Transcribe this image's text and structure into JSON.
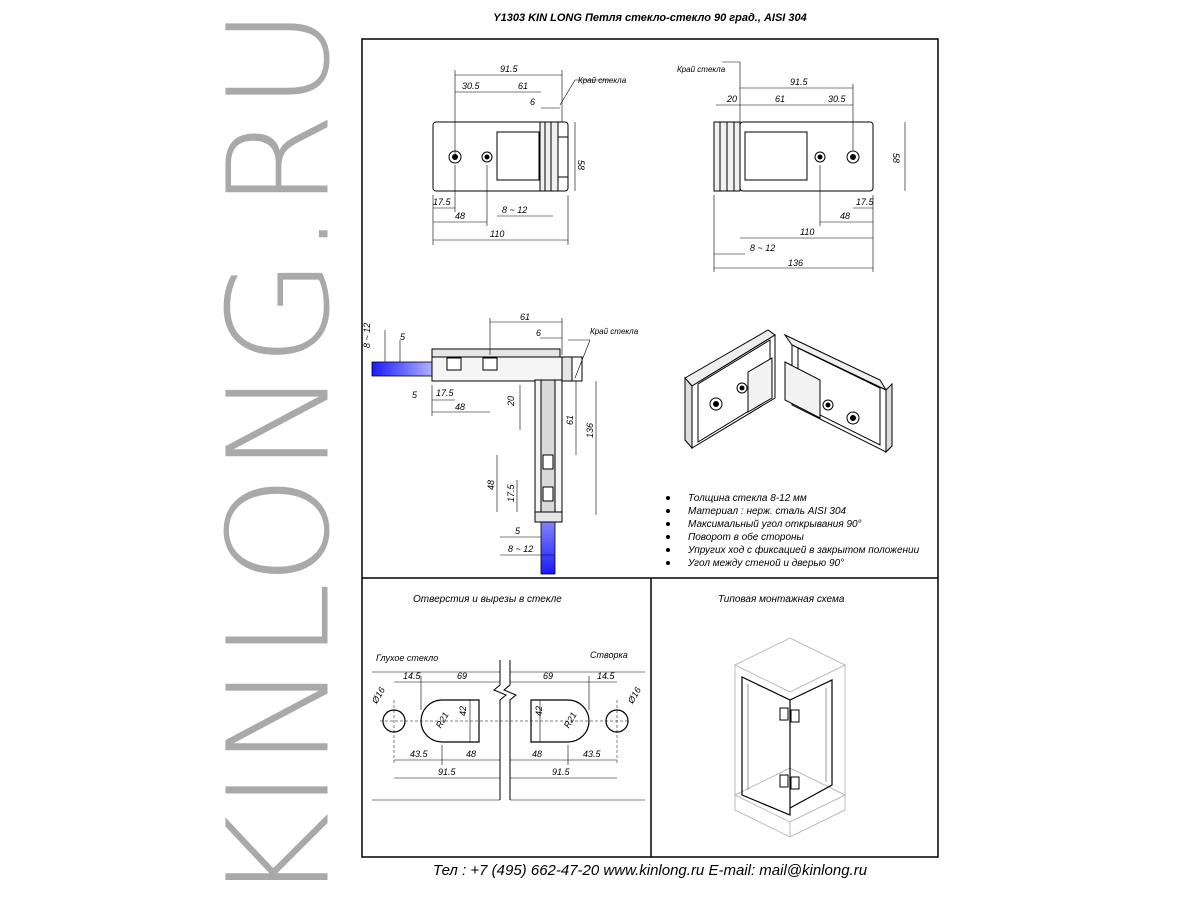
{
  "brand": {
    "watermark": "KINLONG.RU"
  },
  "header": {
    "title": "Y1303 KIN LONG Петля стекло-стекло 90 град., AISI 304"
  },
  "footer": {
    "contacts": "Тел : +7 (495) 662-47-20 www.kinlong.ru E-mail: mail@kinlong.ru"
  },
  "labels": {
    "glass_edge": "Край стекла",
    "glass_edge_2": "Край стекла",
    "glass_edge_3": "Край стекла",
    "fixed_glass": "Глухое стекло",
    "door_leaf": "Створка"
  },
  "view1": {
    "d_91_5": "91.5",
    "d_30_5": "30.5",
    "d_61": "61",
    "d_6": "6",
    "d_58": "58",
    "d_17_5": "17.5",
    "d_8_12": "8 ~ 12",
    "d_48": "48",
    "d_110": "110"
  },
  "view2": {
    "d_91_5": "91.5",
    "d_20": "20",
    "d_61": "61",
    "d_30_5": "30.5",
    "d_58": "58",
    "d_17_5": "17.5",
    "d_48": "48",
    "d_110": "110",
    "d_8_12": "8 ~ 12",
    "d_136": "136"
  },
  "view3": {
    "d_61": "61",
    "d_6": "6",
    "d_8_12": "8 ~ 12",
    "d_5a": "5",
    "d_5b": "5",
    "d_17_5": "17.5",
    "d_48": "48",
    "d_20": "20",
    "d_61v": "61",
    "d_136": "136",
    "d_48v": "48",
    "d_17_5v": "17.5",
    "d_5c": "5",
    "d_8_12b": "8 ~ 12"
  },
  "specs": {
    "items": [
      "Толщина стекла  8-12  мм",
      "Материал :  нерж. сталь  AISI 304",
      "Максимальный угол открывания  90°",
      "Поворот в обе стороны",
      "Упругих ход с фиксацией в закрытом положении",
      "Угол между стеной и дверью 90°"
    ]
  },
  "cutouts": {
    "title": "Отверстия и вырезы в стекле",
    "left": {
      "d_14_5": "14.5",
      "d_69": "69",
      "d_16": "Ø16",
      "d_42": "42",
      "d_r21": "R21",
      "d_43_5": "43.5",
      "d_48": "48",
      "d_91_5": "91.5"
    },
    "right": {
      "d_69": "69",
      "d_14_5": "14.5",
      "d_16": "Ø16",
      "d_42": "42",
      "d_r21": "R21",
      "d_48": "48",
      "d_43_5": "43.5",
      "d_91_5": "91.5"
    }
  },
  "mounting": {
    "title": "Типовая монтажная схема"
  }
}
